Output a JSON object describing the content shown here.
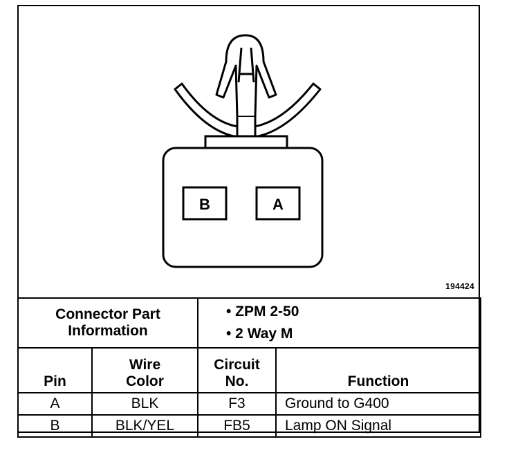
{
  "diagram": {
    "reference_number": "194424",
    "cavities": [
      {
        "label": "B"
      },
      {
        "label": "A"
      }
    ]
  },
  "connector_info": {
    "label_line1": "Connector Part",
    "label_line2": "Information",
    "items": [
      "• ZPM 2-50",
      "• 2 Way M"
    ]
  },
  "table": {
    "headers": {
      "pin": "Pin",
      "wire_color_line1": "Wire",
      "wire_color_line2": "Color",
      "circuit_line1": "Circuit",
      "circuit_line2": "No.",
      "function": "Function"
    },
    "rows": [
      {
        "pin": "A",
        "wire_color": "BLK",
        "circuit": "F3",
        "function": "Ground to G400"
      },
      {
        "pin": "B",
        "wire_color": "BLK/YEL",
        "circuit": "FB5",
        "function": "Lamp ON Signal"
      }
    ]
  }
}
